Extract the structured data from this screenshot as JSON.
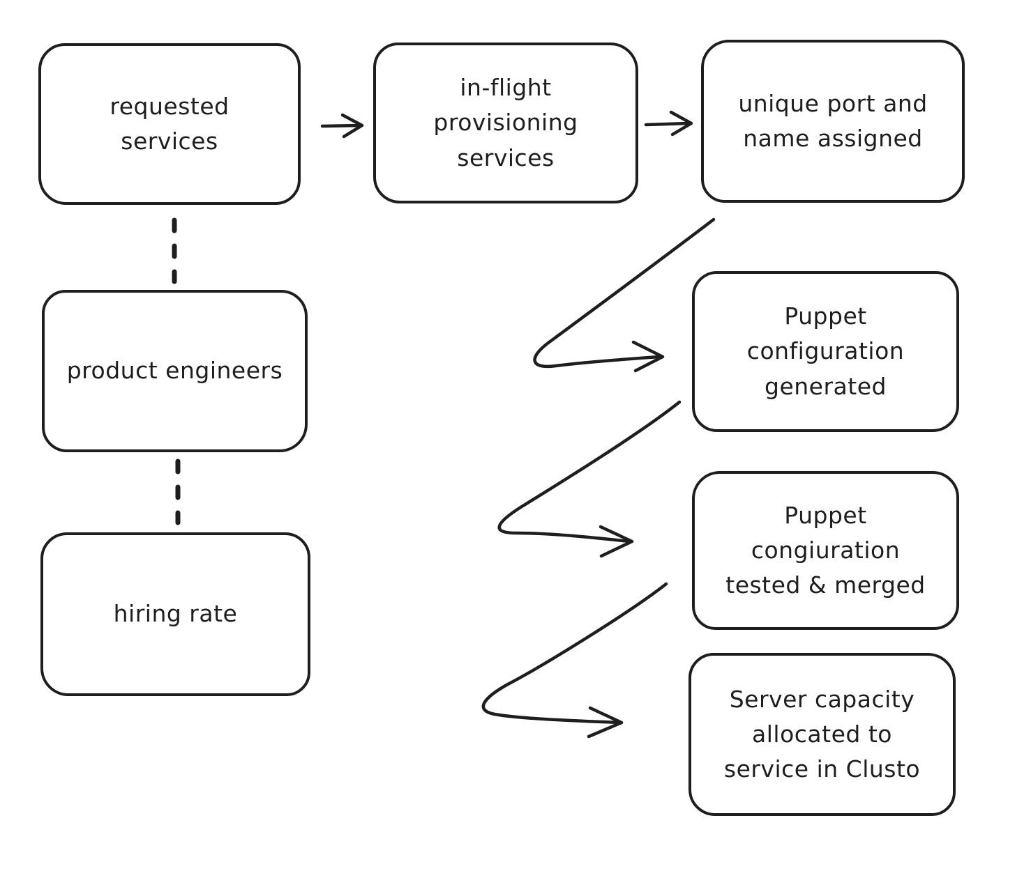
{
  "canvas": {
    "background_color": "#ffffff",
    "stroke_color": "#1e1e1e",
    "style": "hand-drawn flowchart"
  },
  "diagram": {
    "nodes": [
      {
        "id": "requested-services",
        "label": "requested\nservices"
      },
      {
        "id": "in-flight-provisioning-services",
        "label": "in-flight\nprovisioning\nservices"
      },
      {
        "id": "unique-port-and-name-assigned",
        "label": "unique port and\nname assigned"
      },
      {
        "id": "product-engineers",
        "label": "product engineers"
      },
      {
        "id": "hiring-rate",
        "label": "hiring rate"
      },
      {
        "id": "puppet-configuration-generated",
        "label": "Puppet\nconfiguration\ngenerated"
      },
      {
        "id": "puppet-congiuration-tested-merged",
        "label": "Puppet\ncongiuration\ntested & merged"
      },
      {
        "id": "server-capacity-allocated-clusto",
        "label": "Server capacity\nallocated to\nservice in Clusto"
      }
    ],
    "edges": [
      {
        "from": "requested-services",
        "to": "in-flight-provisioning-services",
        "type": "solid-arrow"
      },
      {
        "from": "in-flight-provisioning-services",
        "to": "unique-port-and-name-assigned",
        "type": "solid-arrow"
      },
      {
        "from": "requested-services",
        "to": "product-engineers",
        "type": "dashed-line"
      },
      {
        "from": "product-engineers",
        "to": "hiring-rate",
        "type": "dashed-line"
      },
      {
        "from": "unique-port-and-name-assigned",
        "to": "puppet-configuration-generated",
        "type": "curved-arrow"
      },
      {
        "from": "puppet-configuration-generated",
        "to": "puppet-congiuration-tested-merged",
        "type": "curved-arrow"
      },
      {
        "from": "puppet-congiuration-tested-merged",
        "to": "server-capacity-allocated-clusto",
        "type": "curved-arrow"
      }
    ]
  }
}
